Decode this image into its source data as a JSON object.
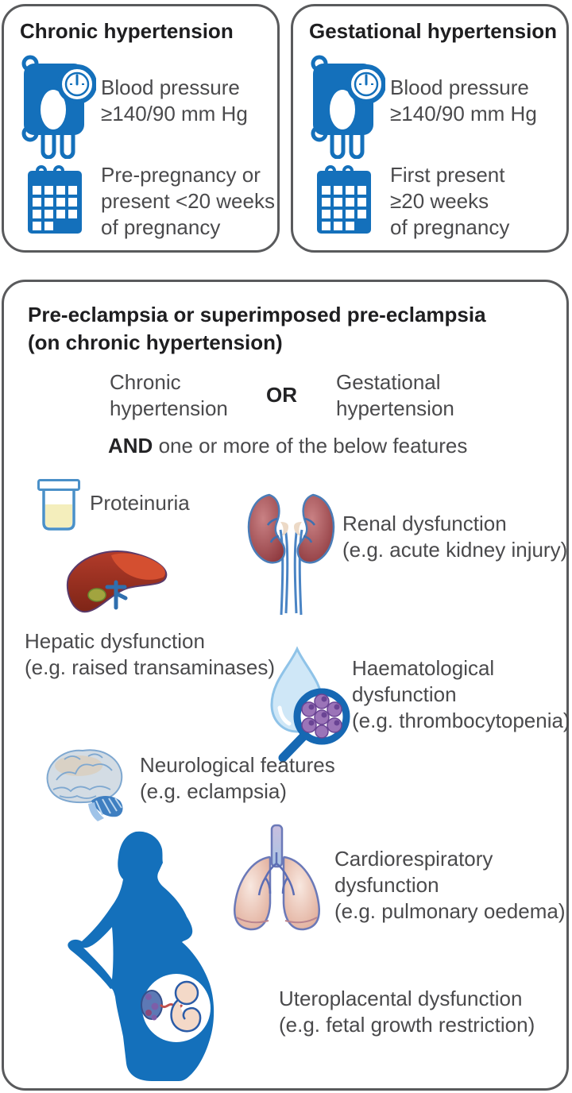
{
  "accent_blue": "#1470bb",
  "border_gray": "#595a5c",
  "cards": [
    {
      "title": "Chronic hypertension",
      "bp_line1": "Blood pressure",
      "bp_line2": "≥140/90 mm Hg",
      "timing_lines": [
        "Pre-pregnancy or",
        "present <20 weeks",
        "of pregnancy"
      ]
    },
    {
      "title": "Gestational hypertension",
      "bp_line1": "Blood pressure",
      "bp_line2": "≥140/90 mm Hg",
      "timing_lines": [
        "First present",
        "≥20 weeks",
        "of pregnancy"
      ]
    }
  ],
  "main": {
    "title_line1": "Pre-eclampsia or superimposed pre-eclampsia",
    "title_line2": "(on chronic hypertension)",
    "option_left_line1": "Chronic",
    "option_left_line2": "hypertension",
    "or_label": "OR",
    "option_right_line1": "Gestational",
    "option_right_line2": "hypertension",
    "and_bold": "AND",
    "and_rest": " one or more of the below features",
    "features": [
      {
        "name": "proteinuria",
        "lines": [
          "Proteinuria"
        ]
      },
      {
        "name": "renal",
        "lines": [
          "Renal dysfunction",
          "(e.g. acute kidney injury)"
        ]
      },
      {
        "name": "hepatic",
        "lines": [
          "Hepatic dysfunction",
          "(e.g. raised transaminases)"
        ]
      },
      {
        "name": "haematological",
        "lines": [
          "Haematological",
          "dysfunction",
          "(e.g. thrombocytopenia)"
        ]
      },
      {
        "name": "neurological",
        "lines": [
          "Neurological features",
          "(e.g. eclampsia)"
        ]
      },
      {
        "name": "cardiorespiratory",
        "lines": [
          "Cardiorespiratory",
          "dysfunction",
          "(e.g. pulmonary oedema)"
        ]
      },
      {
        "name": "uteroplacental",
        "lines": [
          "Uteroplacental dysfunction",
          "(e.g. fetal growth restriction)"
        ]
      }
    ]
  }
}
